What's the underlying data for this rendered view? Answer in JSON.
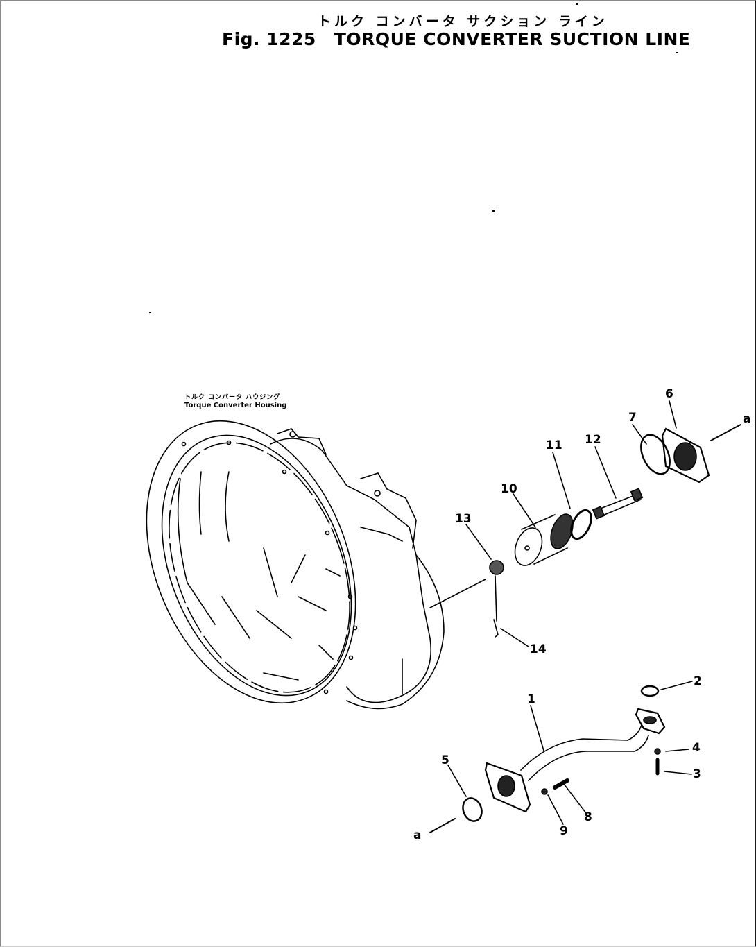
{
  "figure": {
    "title_jp": "トルク コンバータ サクション ライン",
    "fig_number": "Fig. 1225",
    "title_en": "TORQUE CONVERTER SUCTION LINE"
  },
  "housing_label": {
    "jp": "トルク コンバータ ハウジング",
    "en": "Torque Converter Housing"
  },
  "callouts": [
    {
      "id": "1",
      "label": "1",
      "part": "suction-pipe"
    },
    {
      "id": "2",
      "label": "2",
      "part": "o-ring-small"
    },
    {
      "id": "3",
      "label": "3",
      "part": "bolt"
    },
    {
      "id": "4",
      "label": "4",
      "part": "washer"
    },
    {
      "id": "5",
      "label": "5",
      "part": "o-ring"
    },
    {
      "id": "6",
      "label": "6",
      "part": "cover"
    },
    {
      "id": "7",
      "label": "7",
      "part": "o-ring"
    },
    {
      "id": "8",
      "label": "8",
      "part": "bolt"
    },
    {
      "id": "9",
      "label": "9",
      "part": "washer"
    },
    {
      "id": "10",
      "label": "10",
      "part": "strainer"
    },
    {
      "id": "11",
      "label": "11",
      "part": "seal-ring"
    },
    {
      "id": "12",
      "label": "12",
      "part": "stud-bolt"
    },
    {
      "id": "13",
      "label": "13",
      "part": "nut"
    },
    {
      "id": "14",
      "label": "14",
      "part": "cotter-pin"
    }
  ],
  "connection_markers": {
    "upper": "a",
    "lower": "a"
  }
}
